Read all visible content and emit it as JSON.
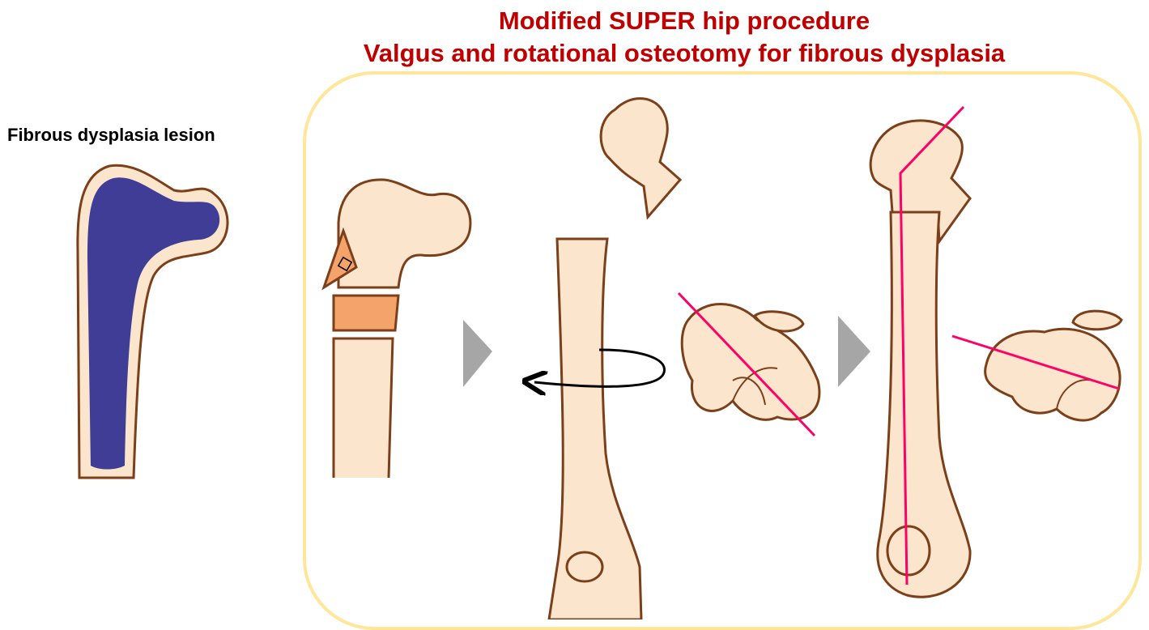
{
  "title": {
    "line1": "Modified SUPER hip procedure",
    "line2": "Valgus and rotational osteotomy for fibrous dysplasia"
  },
  "lesion_label": "Fibrous dysplasia lesion",
  "colors": {
    "title": "#c00000",
    "bone_fill": "#fbe5cc",
    "bone_outline": "#7b3f1a",
    "lesion": "#3f3d96",
    "wedge": "#f4a46a",
    "osteotomy_line": "#ff0066",
    "arrow": "#a6a6a6",
    "panel_border": "#ffe699"
  },
  "icons": [
    "next-step-arrow-icon",
    "rotation-arrow-icon"
  ]
}
